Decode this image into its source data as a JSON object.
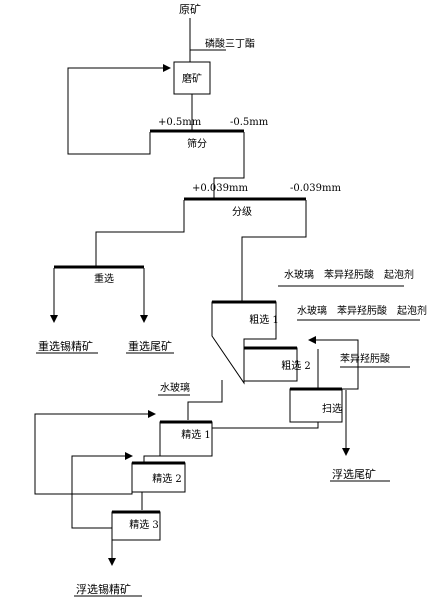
{
  "feed": "原矿",
  "reagents": {
    "grinding": "磷酸三丁酯",
    "rougher1": "水玻璃　苯异羟肟酸　起泡剂",
    "rougher2": "水玻璃　苯异羟肟酸　起泡剂",
    "scavenger": "苯异羟肟酸",
    "cleaner1": "水玻璃"
  },
  "operations": {
    "grinding": "磨矿",
    "screening": "筛分",
    "classification": "分级",
    "gravity": "重选",
    "rougher1": "粗选 1",
    "rougher2": "粗选 2",
    "scavenger": "扫选",
    "cleaner1": "精选 1",
    "cleaner2": "精选 2",
    "cleaner3": "精选 3"
  },
  "size_labels": {
    "screen_oversize": "+0.5mm",
    "screen_undersize": "-0.5mm",
    "classifier_coarse": "+0.039mm",
    "classifier_fine": "-0.039mm"
  },
  "products": {
    "gravity_concentrate": "重选锡精矿",
    "gravity_tailings": "重选尾矿",
    "flotation_tailings": "浮选尾矿",
    "flotation_concentrate": "浮选锡精矿"
  },
  "colors": {
    "line": "#000000",
    "background": "#ffffff"
  }
}
